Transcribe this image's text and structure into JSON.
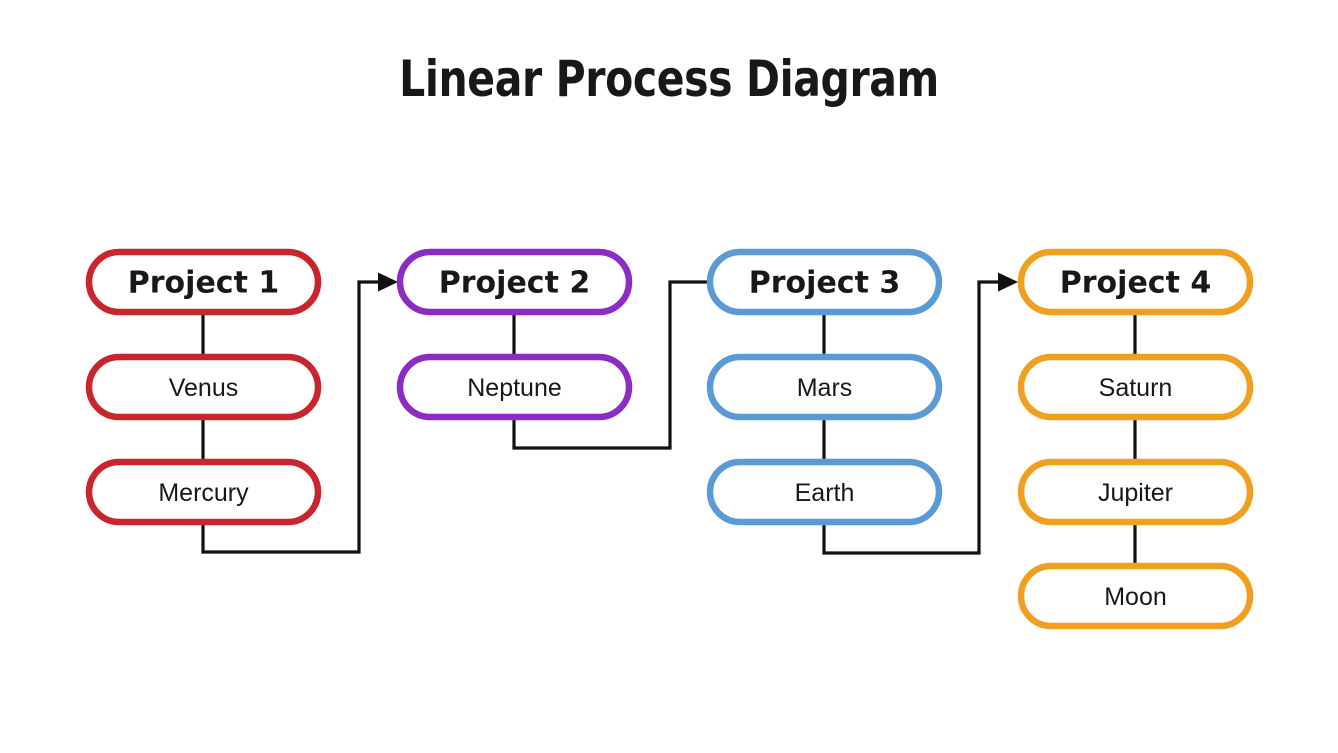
{
  "title": "Linear Process Diagram",
  "theme": {
    "background": "#ffffff",
    "text_color": "#18181b",
    "connector_color": "#111111"
  },
  "chart_data": {
    "type": "diagram",
    "diagram_kind": "linear-process-flow",
    "title": "Linear Process Diagram",
    "flow_order": [
      "Project 1",
      "Project 2",
      "Project 3",
      "Project 4"
    ],
    "columns": [
      {
        "id": "column-1",
        "color": "#C9252D",
        "color_name": "red",
        "header": "Project 1",
        "items": [
          "Venus",
          "Mercury"
        ],
        "node_count": 3
      },
      {
        "id": "column-2",
        "color": "#8B2CC4",
        "color_name": "purple",
        "header": "Project 2",
        "items": [
          "Neptune"
        ],
        "node_count": 2
      },
      {
        "id": "column-3",
        "color": "#5B9BD5",
        "color_name": "blue",
        "header": "Project 3",
        "items": [
          "Mars",
          "Earth"
        ],
        "node_count": 3
      },
      {
        "id": "column-4",
        "color": "#F0A020",
        "color_name": "orange",
        "header": "Project 4",
        "items": [
          "Saturn",
          "Jupiter",
          "Moon"
        ],
        "node_count": 4
      }
    ],
    "connections": [
      {
        "from": "Mercury",
        "to": "Project 2",
        "arrowhead": true
      },
      {
        "from": "Neptune",
        "to": "Project 3",
        "arrowhead": false
      },
      {
        "from": "Earth",
        "to": "Project 4",
        "arrowhead": true
      }
    ]
  },
  "nodes": {
    "c1": {
      "header": "Project 1",
      "n1": "Venus",
      "n2": "Mercury"
    },
    "c2": {
      "header": "Project 2",
      "n1": "Neptune"
    },
    "c3": {
      "header": "Project 3",
      "n1": "Mars",
      "n2": "Earth"
    },
    "c4": {
      "header": "Project 4",
      "n1": "Saturn",
      "n2": "Jupiter",
      "n3": "Moon"
    }
  },
  "colors": {
    "red": "#C9252D",
    "purple": "#8B2CC4",
    "blue": "#5B9BD5",
    "orange": "#F0A020"
  }
}
